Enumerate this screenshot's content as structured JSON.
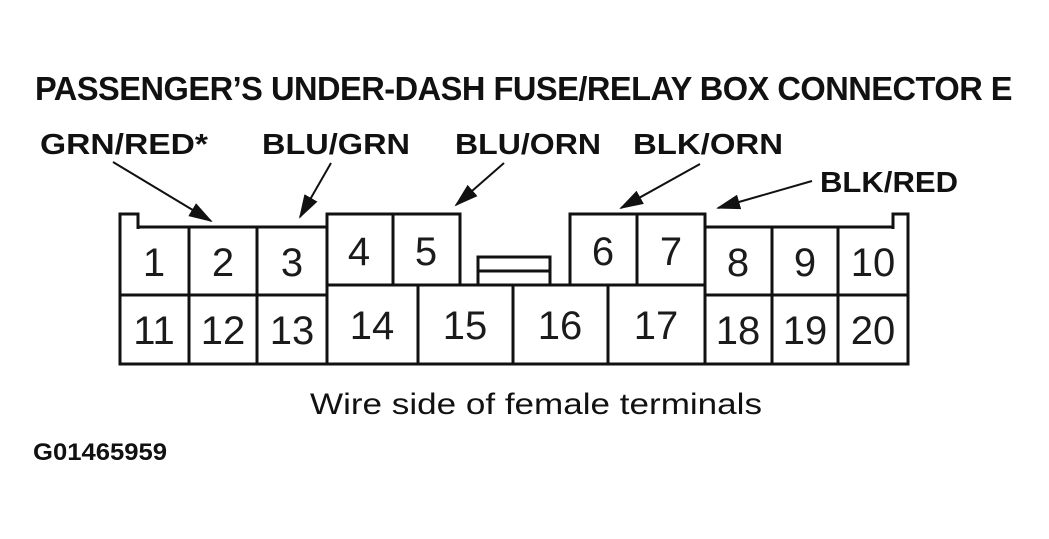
{
  "page": {
    "background_color": "#ffffff",
    "ink_color": "#111111"
  },
  "title": "PASSENGER’S UNDER-DASH FUSE/RELAY BOX CONNECTOR E",
  "wire_labels": [
    {
      "text": "GRN/RED*",
      "points_to_terminal": "2"
    },
    {
      "text": "BLU/GRN",
      "points_to_terminal": "3"
    },
    {
      "text": "BLU/ORN",
      "points_to_terminal": "5"
    },
    {
      "text": "BLK/ORN",
      "points_to_terminal": "6"
    },
    {
      "text": "BLK/RED",
      "points_to_terminal": "8"
    }
  ],
  "connector": {
    "name": "Connector E",
    "terminals": [
      "1",
      "2",
      "3",
      "4",
      "5",
      "6",
      "7",
      "8",
      "9",
      "10",
      "11",
      "12",
      "13",
      "14",
      "15",
      "16",
      "17",
      "18",
      "19",
      "20"
    ],
    "caption": "Wire side of female terminals"
  },
  "figure_id": "G01465959"
}
